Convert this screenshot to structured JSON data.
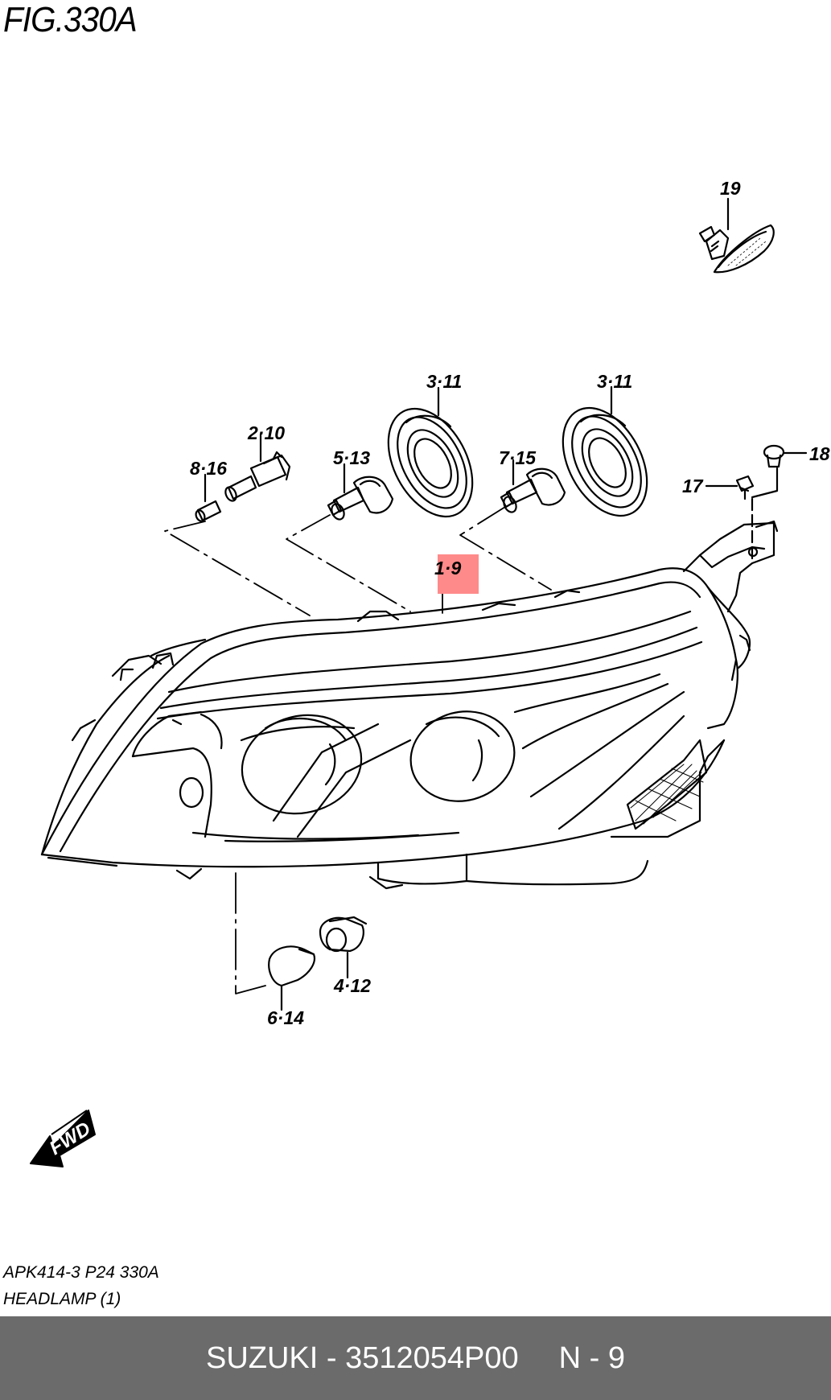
{
  "figure": {
    "title": "FIG.330A",
    "ref_code": "APK414-3 P24 330A",
    "ref_name": "HEADLAMP (1)"
  },
  "callouts": {
    "c19": "19",
    "c311a": "3·11",
    "c311b": "3·11",
    "c210": "2·10",
    "c816": "8·16",
    "c513": "5·13",
    "c715": "7·15",
    "c17": "17",
    "c18": "18",
    "c19b": "1·9",
    "c412": "4·12",
    "c614": "6·14"
  },
  "fwd_label": "FWD",
  "highlight_color": "#ff8a8a",
  "footer": {
    "brand": "SUZUKI",
    "part_number": "3512054P00",
    "page": "N - 9",
    "text": "SUZUKI - 3512054P00"
  }
}
